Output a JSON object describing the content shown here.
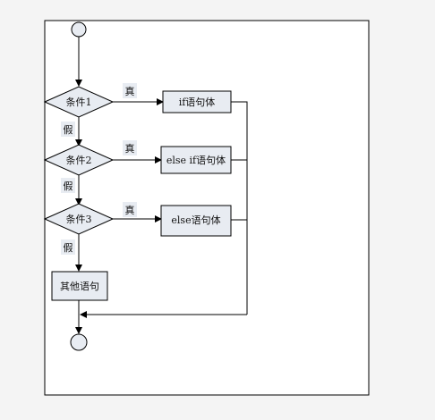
{
  "nodes": {
    "cond1": "条件1",
    "cond2": "条件2",
    "cond3": "条件3",
    "if_body": "if语句体",
    "elseif_body": "else if语句体",
    "else_body": "else语句体",
    "other": "其他语句"
  },
  "edges": {
    "true1": "真",
    "true2": "真",
    "true3": "真",
    "false1": "假",
    "false2": "假",
    "false3": "假"
  },
  "colors": {
    "frame_bg": "#ffffff",
    "node_fill": "#e8ecf2",
    "stroke": "#000000"
  }
}
